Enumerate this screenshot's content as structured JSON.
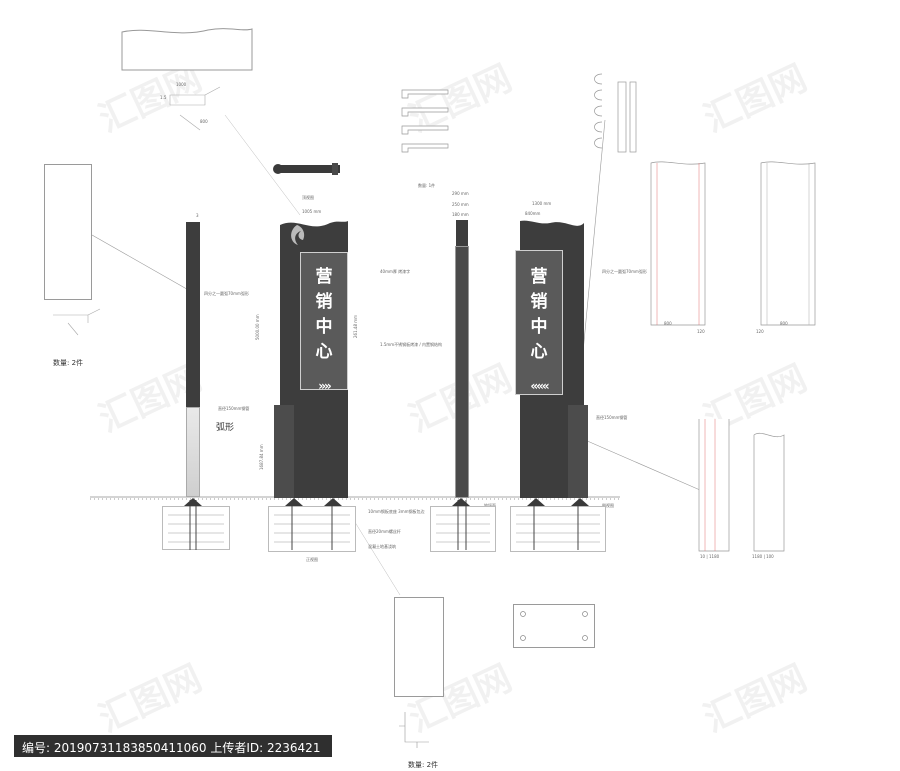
{
  "sign_text_chars": [
    "营",
    "销",
    "中",
    "心"
  ],
  "arrows_right": "»»",
  "arrows_left": "«««",
  "label_arc": "弧形",
  "label_qty_2": "数量: 2件",
  "label_qty_bottom": "数量: 2件",
  "label_qty_1": "数量: 1件",
  "dim_1005": "1005 mm",
  "dim_1300": "1300 mm",
  "dim_840": "840mm",
  "dim_290": "290 mm",
  "dim_250": "250 mm",
  "dim_180": "180 mm",
  "dim_5000": "5000.00 mm",
  "dim_1687": "1687.84 mm",
  "dim_2614": "261.48 mm",
  "note_40mm": "40mm厚 烤漆字",
  "note_15mm": "1.5mm不锈钢板烤漆 / 内置钢结构",
  "note_pipe": "直径150mm钢管",
  "note_pipe2": "直径150mm钢管",
  "note_base": "10mm钢板底座 3mm钢板包边",
  "note_bolt": "直径20mm螺丝杆",
  "note_concrete": "混凝土地基浇筑",
  "note_ground": "地坪面",
  "note_ground2": "侧视图",
  "note_ground3": "正视图",
  "note_top_plan": "顶视图",
  "note_r70": "四分之一圆弧70mm弧形",
  "note_r70b": "四分之一圆弧70mm弧形",
  "footer": "编号: 20190731183850411060 上传者ID: 2236421",
  "watermark": "汇图网"
}
